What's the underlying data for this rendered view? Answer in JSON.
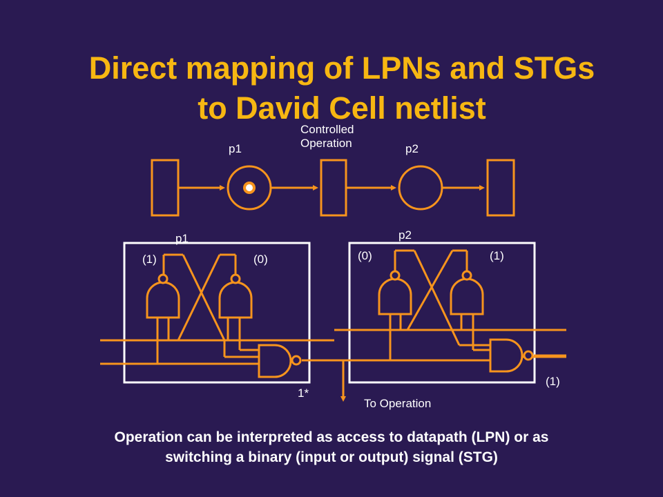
{
  "title": {
    "line1": "Direct mapping of LPNs and STGs",
    "line2": "to David Cell netlist"
  },
  "petri_net": {
    "transition_label": "Controlled Operation",
    "transition_label_line1": "Controlled",
    "transition_label_line2": "Operation",
    "place_left": "p1",
    "place_right": "p2",
    "place_left_marked": true
  },
  "circuit": {
    "cell_left": {
      "name": "p1",
      "left_state": "(1)",
      "right_state": "(0)"
    },
    "cell_right": {
      "name": "p2",
      "left_state": "(0)",
      "right_state": "(1)"
    },
    "marker_1star": "1*",
    "output_right": "(1)",
    "to_operation": "To Operation"
  },
  "caption": {
    "line1": "Operation can be interpreted as access to datapath (LPN) or as",
    "line2": "switching a binary (input or output) signal (STG)"
  },
  "colors": {
    "background": "#2a1a52",
    "title": "#f7b712",
    "wire": "#f7941d",
    "box": "#ffffff"
  }
}
